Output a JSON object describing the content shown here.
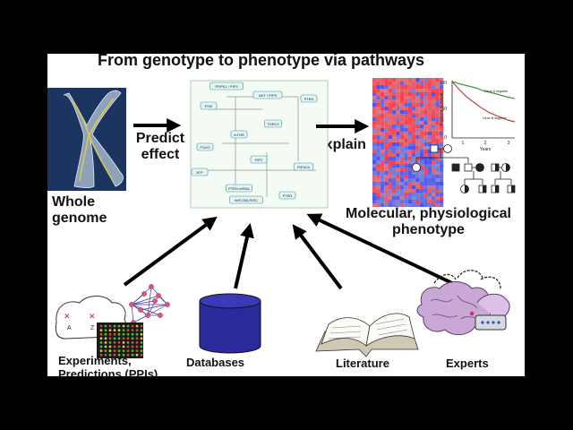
{
  "slide": {
    "title": "From genotype to phenotype via pathways",
    "labels": {
      "whole_genome_line1": "Whole",
      "whole_genome_line2": "genome",
      "predict_line1": "Predict",
      "predict_line2": "effect",
      "explain": "Explain",
      "phenotype_line1": "Molecular, physiological",
      "phenotype_line2": "phenotype",
      "experiments_line1": "Experiments,",
      "experiments_line2": "Predictions (PPIs)",
      "databases": "Databases",
      "literature": "Literature",
      "experts": "Experts"
    },
    "survival_plot": {
      "ylabel": "Percent Survival",
      "xlabel": "Years",
      "yticks": [
        "100",
        "50",
        "0"
      ],
      "xticks": [
        "1",
        "2",
        "3"
      ],
      "series": [
        {
          "name": "Gene A negative",
          "color": "#3c9a3c"
        },
        {
          "name": "Gene B negative",
          "color": "#c84040"
        }
      ]
    },
    "pathway_nodes": [
      "PDPK1 / PIP3",
      "PI3K",
      "AKT / PIP3",
      "PTEN",
      "TORC2",
      "mTOR",
      "FOXO",
      "PIP2",
      "ATP",
      "PTEN mRNA",
      "miR-26A RISC",
      "PTEN",
      "PIK3CA"
    ]
  }
}
